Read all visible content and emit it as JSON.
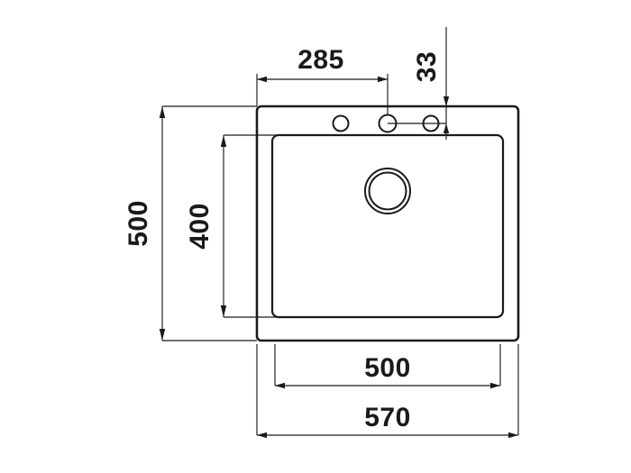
{
  "drawing": {
    "title": "Kitchen sink technical dimension drawing",
    "units": "mm",
    "line_color": "#1a1a1a",
    "background_color": "#ffffff",
    "dimensions": {
      "hole_offset_from_left": "285",
      "hole_offset_from_top": "33",
      "overall_height": "500",
      "basin_height": "400",
      "basin_width": "500",
      "overall_width": "570"
    },
    "features": {
      "outer_body_name": "sink-outer-body",
      "basin_name": "sink-basin",
      "tap_holes_count": 3,
      "tap_hole_labels": [
        "tap-hole-left",
        "tap-hole-center",
        "tap-hole-right"
      ],
      "drain_name": "drain-outlet"
    }
  }
}
